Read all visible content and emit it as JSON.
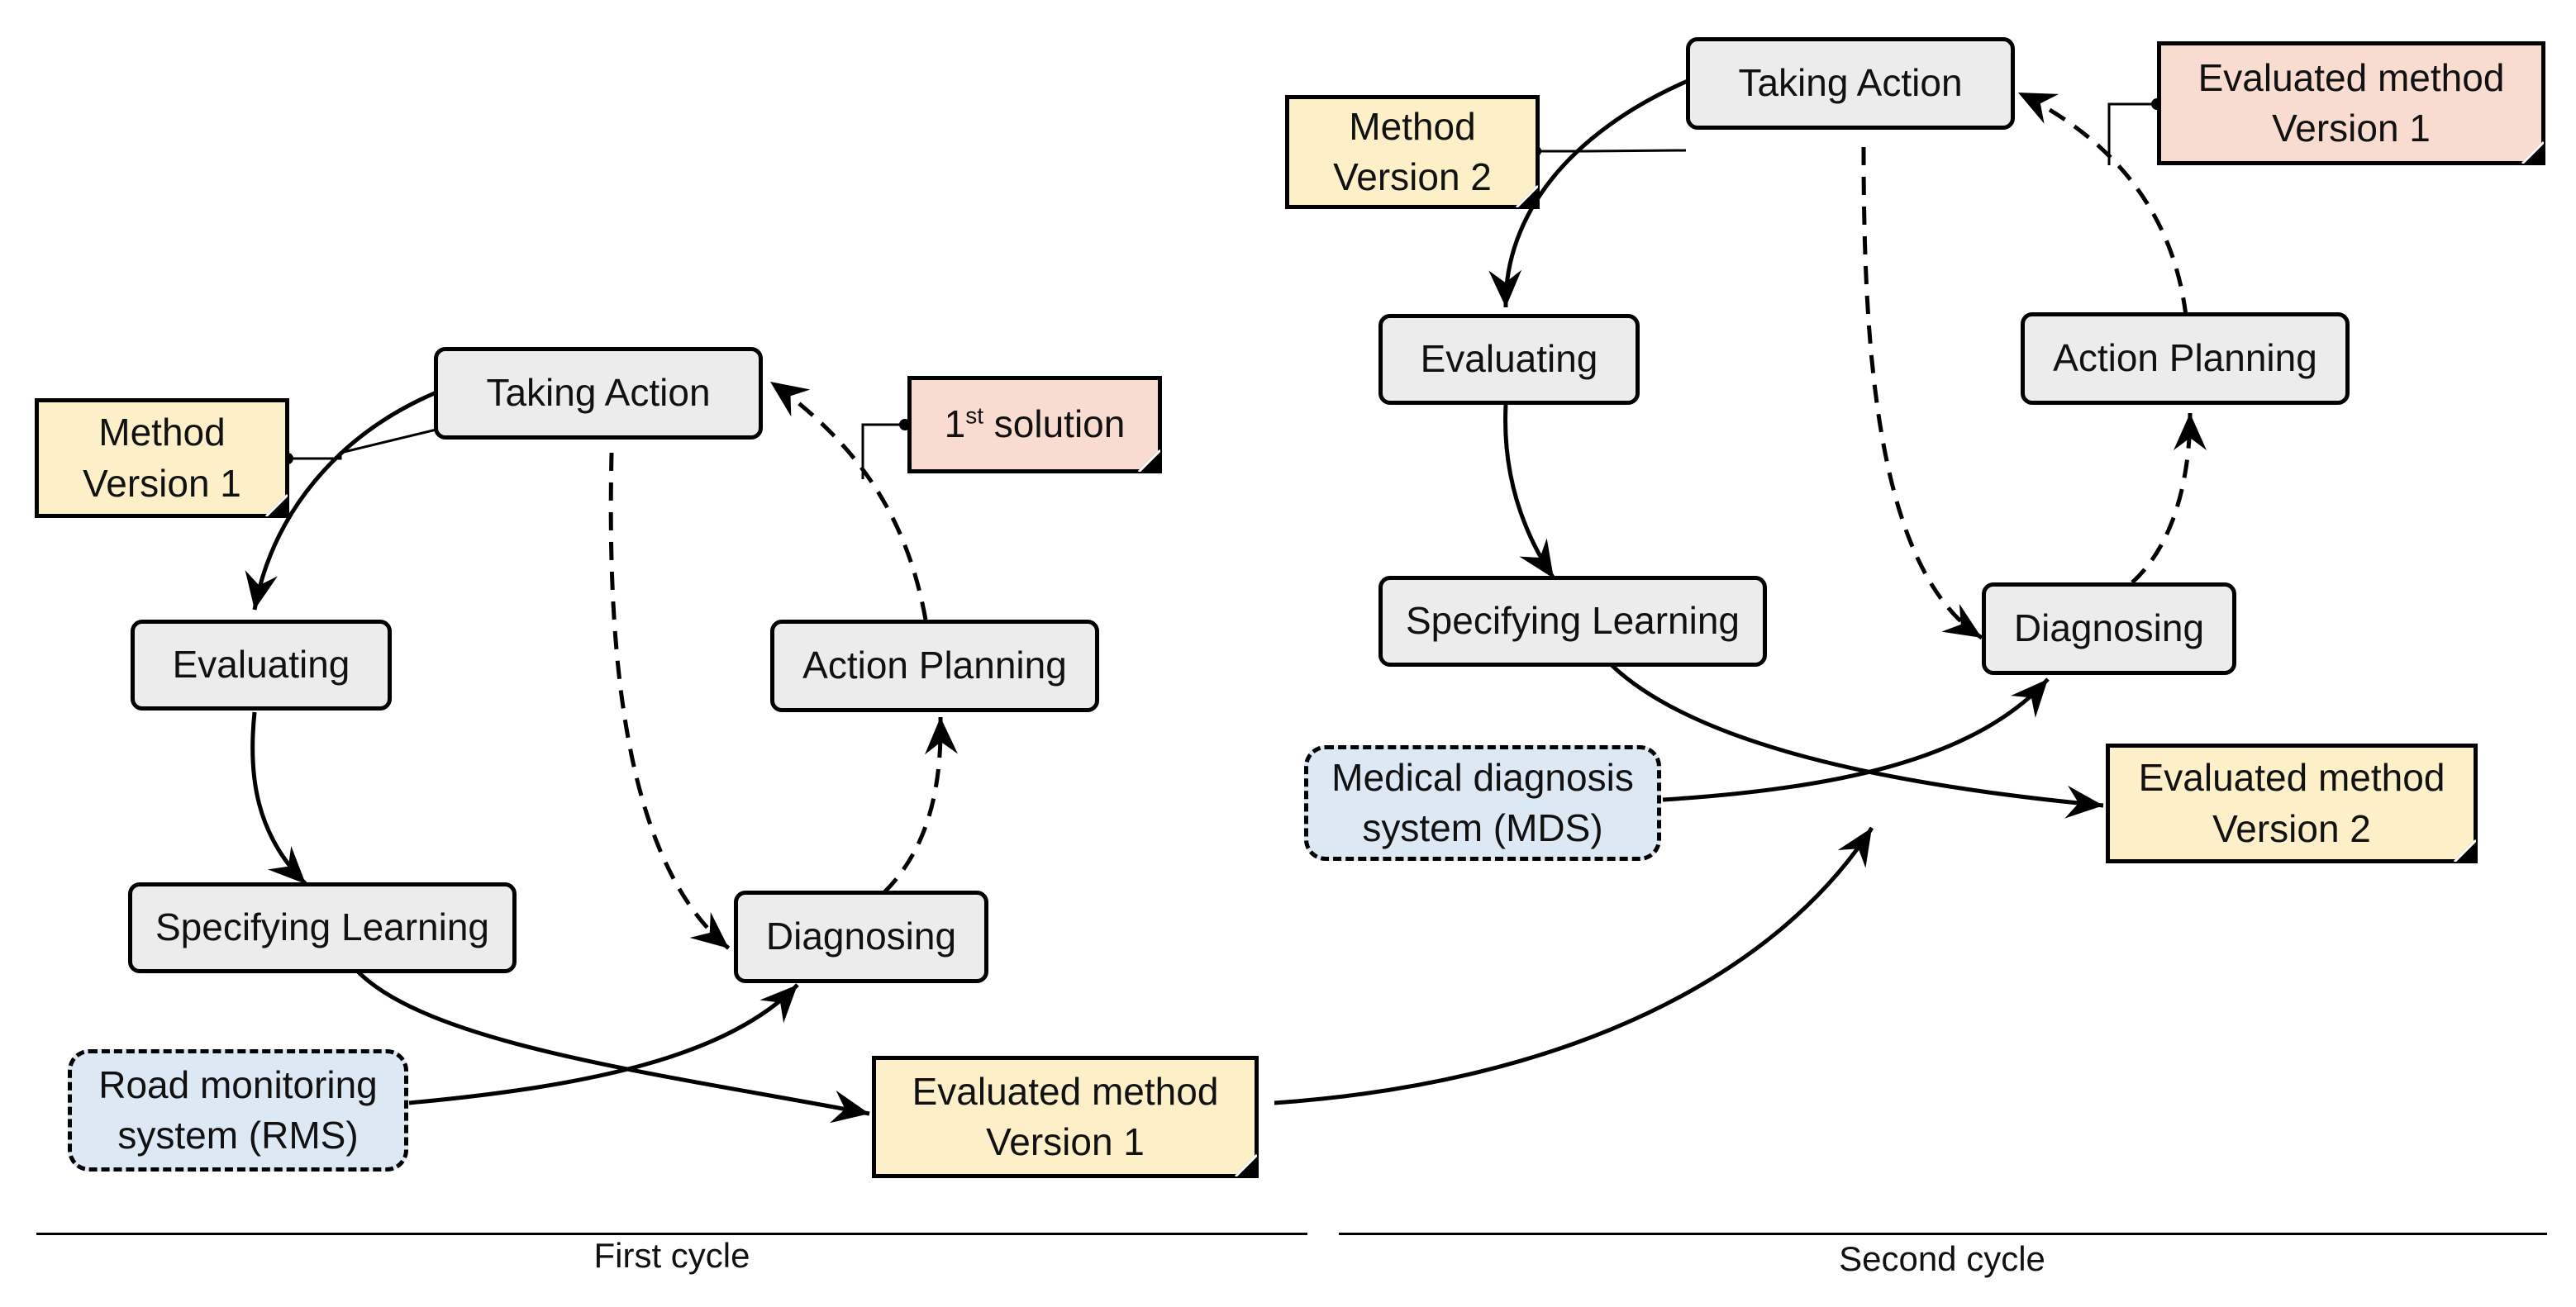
{
  "first_cycle": {
    "label": "First cycle",
    "steps": {
      "taking_action": "Taking Action",
      "evaluating": "Evaluating",
      "specifying_learning": "Specifying Learning",
      "diagnosing": "Diagnosing",
      "action_planning": "Action Planning"
    },
    "method_note": [
      "Method",
      "Version 1"
    ],
    "solution_note": {
      "base": "1",
      "sup": "st",
      "rest": " solution"
    },
    "evaluated_note": [
      "Evaluated method",
      "Version 1"
    ],
    "system": [
      "Road monitoring",
      "system (RMS)"
    ]
  },
  "second_cycle": {
    "label": "Second cycle",
    "steps": {
      "taking_action": "Taking Action",
      "evaluating": "Evaluating",
      "specifying_learning": "Specifying Learning",
      "diagnosing": "Diagnosing",
      "action_planning": "Action Planning"
    },
    "method_note": [
      "Method",
      "Version 2"
    ],
    "input_note": [
      "Evaluated method",
      "Version 1"
    ],
    "evaluated_note": [
      "Evaluated method",
      "Version 2"
    ],
    "system": [
      "Medical diagnosis",
      "system (MDS)"
    ]
  },
  "colors": {
    "step_fill": "#ececec",
    "system_fill": "#dde8f5",
    "artifact_fill": "#fdefc8",
    "solution_fill": "#f8dcd0",
    "stroke": "#000000"
  }
}
